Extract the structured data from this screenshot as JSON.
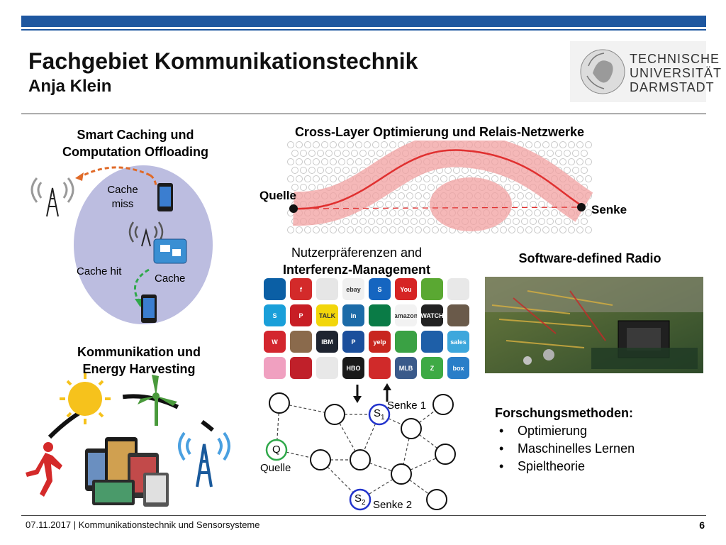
{
  "header": {
    "title": "Fachgebiet Kommunikationstechnik",
    "subtitle": "Anja Klein",
    "logo": {
      "line1": "TECHNISCHE",
      "line2": "UNIVERSITÄT",
      "line3": "DARMSTADT"
    }
  },
  "sections": {
    "caching": {
      "heading_line1": "Smart Caching und",
      "heading_line2": "Computation Offloading",
      "cache_miss_line1": "Cache",
      "cache_miss_line2": "miss",
      "cache_hit": "Cache hit",
      "cache": "Cache"
    },
    "crosslayer": {
      "heading": "Cross-Layer Optimierung und Relais-Netzwerke",
      "source": "Quelle",
      "sink": "Senke"
    },
    "preferences": {
      "heading_line1": "Nutzerpräferenzen and",
      "heading_line2": "Interferenz-Management",
      "app_icons": [
        {
          "name": "dominos",
          "text": "",
          "color": "#0b5fa5"
        },
        {
          "name": "flipboard",
          "text": "f",
          "color": "#d32a2a"
        },
        {
          "name": "blank-app",
          "text": "",
          "color": "#e6e6e6"
        },
        {
          "name": "ebay",
          "text": "ebay",
          "color": "#f0f0f0"
        },
        {
          "name": "shazam",
          "text": "S",
          "color": "#1565c0"
        },
        {
          "name": "youtube",
          "text": "You",
          "color": "#d62424"
        },
        {
          "name": "maps-pin",
          "text": "",
          "color": "#5aa832"
        },
        {
          "name": "acrobat",
          "text": "",
          "color": "#e8e8e8"
        },
        {
          "name": "skype",
          "text": "S",
          "color": "#1a9fd9"
        },
        {
          "name": "pinterest",
          "text": "P",
          "color": "#c81e25"
        },
        {
          "name": "kakaotalk",
          "text": "TALK",
          "color": "#f2d60b"
        },
        {
          "name": "linkedin",
          "text": "in",
          "color": "#1c6ba8"
        },
        {
          "name": "starbucks",
          "text": "",
          "color": "#0a7b46"
        },
        {
          "name": "amazon",
          "text": "amazon",
          "color": "#f2f2f2"
        },
        {
          "name": "watchespn",
          "text": "WATCH",
          "color": "#222222"
        },
        {
          "name": "stats-app",
          "text": "",
          "color": "#6a5a4a"
        },
        {
          "name": "walgreens",
          "text": "W",
          "color": "#d3262e"
        },
        {
          "name": "instagram",
          "text": "",
          "color": "#8a6a4c"
        },
        {
          "name": "ibm",
          "text": "IBM",
          "color": "#1e2430"
        },
        {
          "name": "paypal",
          "text": "P",
          "color": "#1b4f9c"
        },
        {
          "name": "yelp",
          "text": "yelp",
          "color": "#c8261f"
        },
        {
          "name": "tripadvisor",
          "text": "",
          "color": "#3aa144"
        },
        {
          "name": "xcode-app",
          "text": "",
          "color": "#1e5fa8"
        },
        {
          "name": "salesforce",
          "text": "sales",
          "color": "#3da7dc"
        },
        {
          "name": "game-center",
          "text": "",
          "color": "#f0a0c0"
        },
        {
          "name": "nike-run",
          "text": "",
          "color": "#c0202a"
        },
        {
          "name": "voice-memo",
          "text": "",
          "color": "#e8e8e8"
        },
        {
          "name": "hbo-go",
          "text": "HBO",
          "color": "#1a1a1a"
        },
        {
          "name": "nike",
          "text": "",
          "color": "#d02a2a"
        },
        {
          "name": "mlb",
          "text": "MLB",
          "color": "#3a5a8a"
        },
        {
          "name": "zillow",
          "text": "Z",
          "color": "#3eaa45"
        },
        {
          "name": "box",
          "text": "box",
          "color": "#2a7ec8"
        }
      ],
      "node_s1": "S",
      "node_s1_sub": "1",
      "node_s2": "S",
      "node_s2_sub": "2",
      "node_q": "Q",
      "senke1": "Senke 1",
      "senke2": "Senke 2",
      "quelle": "Quelle"
    },
    "sdr": {
      "heading": "Software-defined Radio"
    },
    "energy": {
      "heading_line1": "Kommunikation und",
      "heading_line2": "Energy Harvesting"
    },
    "methods": {
      "title": "Forschungsmethoden:",
      "items": [
        "Optimierung",
        "Maschinelles Lernen",
        "Spieltheorie"
      ]
    }
  },
  "footer": {
    "text": "07.11.2017 | Kommunikationstechnik und Sensorsysteme",
    "page": "6"
  },
  "colors": {
    "brand_blue": "#1e57a0",
    "accent_orange": "#e06a28",
    "accent_green": "#2fa84a",
    "path_red": "#e23a3a"
  }
}
